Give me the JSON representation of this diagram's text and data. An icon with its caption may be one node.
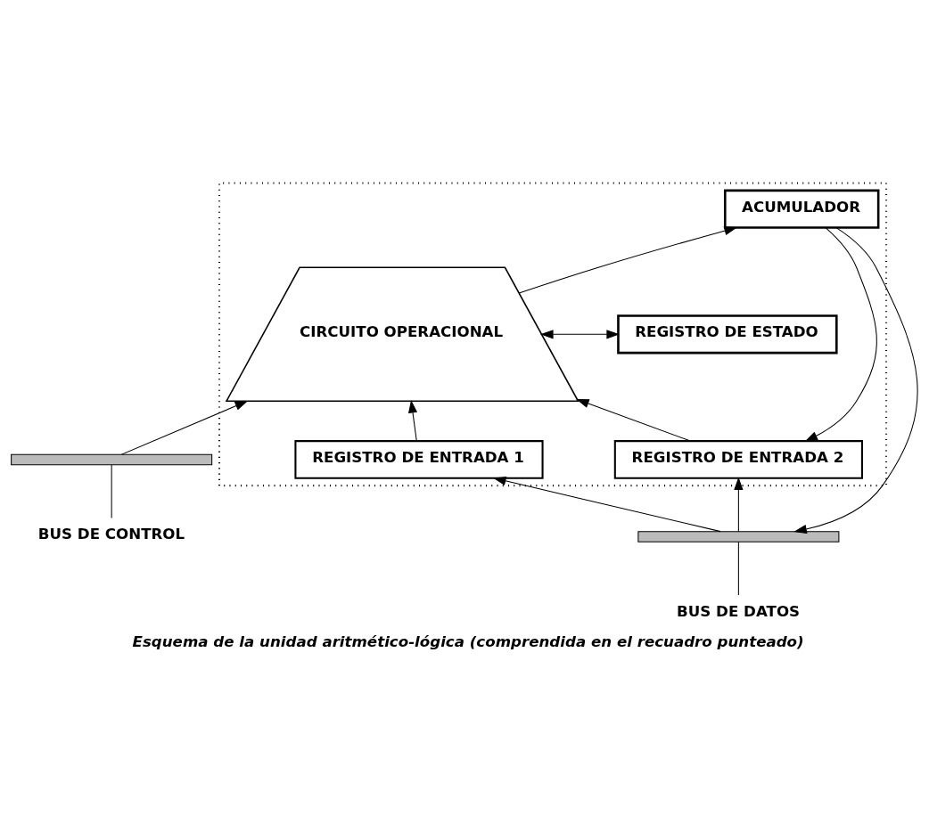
{
  "diagram": {
    "caption": "Esquema de la unidad aritmético-lógica (comprendida en el recuadro punteado)",
    "nodes": [
      {
        "text": [],
        "shape": "box"
      },
      {
        "text": [
          "ACUMULADOR"
        ],
        "in": 0
      },
      {
        "text": [
          "CIRCUITO OPERACIONAL"
        ],
        "in": 0
      },
      {
        "text": [
          "REGISTRO DE ESTADO"
        ],
        "in": 0
      },
      {
        "text": [
          "REGISTRO DE ENTRADA 1"
        ],
        "in": 0
      },
      {
        "text": [
          "REGISTRO DE ENTRADA 2"
        ],
        "in": 0
      },
      {
        "text": [],
        "shape": "bar"
      },
      {
        "text": [],
        "shape": "bar"
      },
      {
        "text": [
          "BUS DE CONTROL"
        ]
      },
      {
        "text": [
          "BUS DE DATOS"
        ]
      }
    ],
    "edges": [
      {
        "from": 2,
        "to": 1,
        "arrow": "to"
      },
      {
        "from": 2,
        "to": 3,
        "arrow": "both"
      },
      {
        "from": 4,
        "to": 2,
        "arrow": "to"
      },
      {
        "from": 5,
        "to": 2,
        "arrow": "to"
      },
      {
        "from": 6,
        "to": 2,
        "arrow": "to"
      },
      {
        "from": 7,
        "to": 4,
        "arrow": "to"
      },
      {
        "from": 7,
        "to": 5,
        "arrow": "to"
      },
      {
        "from": 1,
        "to": 7,
        "arrow": "to"
      },
      {
        "from": 1,
        "to": 5,
        "arrow": "to"
      },
      {
        "from": 8,
        "to": 6,
        "arrow": "none"
      },
      {
        "from": 9,
        "to": 7,
        "arrow": "none"
      }
    ]
  }
}
